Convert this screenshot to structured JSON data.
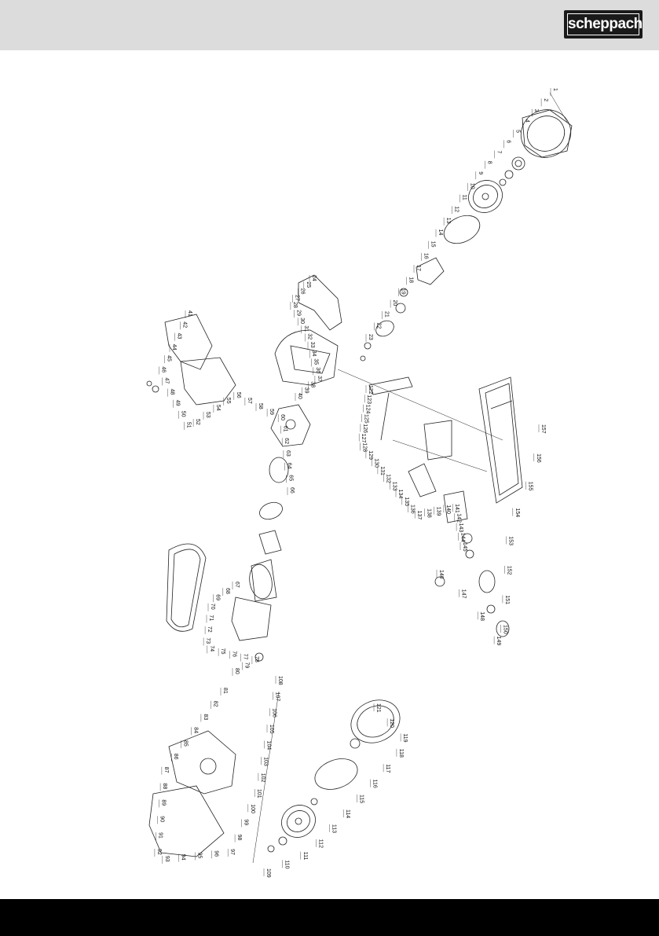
{
  "header": {
    "brand_logo": "scheppach"
  },
  "diagram": {
    "part_numbers": [
      "1",
      "2",
      "3",
      "4",
      "5",
      "6",
      "7",
      "8",
      "9",
      "10",
      "11",
      "12",
      "13",
      "14",
      "15",
      "16",
      "17",
      "18",
      "19",
      "20",
      "21",
      "22",
      "23",
      "24",
      "25",
      "26",
      "27",
      "28",
      "29",
      "30",
      "31",
      "32",
      "33",
      "34",
      "35",
      "36",
      "37",
      "38",
      "39",
      "40",
      "41",
      "42",
      "43",
      "44",
      "45",
      "46",
      "47",
      "48",
      "49",
      "50",
      "51",
      "52",
      "53",
      "54",
      "55",
      "56",
      "57",
      "58",
      "59",
      "60",
      "61",
      "62",
      "63",
      "64",
      "65",
      "66",
      "67",
      "68",
      "69",
      "70",
      "71",
      "72",
      "73",
      "74",
      "75",
      "76",
      "77",
      "78",
      "79",
      "80",
      "81",
      "82",
      "83",
      "84",
      "85",
      "86",
      "87",
      "88",
      "89",
      "90",
      "91",
      "92",
      "93",
      "94",
      "95",
      "96",
      "97",
      "98",
      "99",
      "100",
      "101",
      "102",
      "103",
      "104",
      "105",
      "106",
      "107",
      "108",
      "109",
      "110",
      "111",
      "112",
      "113",
      "114",
      "115",
      "116",
      "117",
      "118",
      "119",
      "120",
      "121",
      "122",
      "123",
      "124",
      "125",
      "126",
      "127",
      "128",
      "129",
      "130",
      "131",
      "132",
      "133",
      "134",
      "135",
      "136",
      "137",
      "138",
      "139",
      "140",
      "141",
      "142",
      "143",
      "144",
      "145",
      "146",
      "147",
      "148",
      "149",
      "150",
      "151",
      "152",
      "153",
      "154",
      "155",
      "156",
      "157"
    ]
  }
}
